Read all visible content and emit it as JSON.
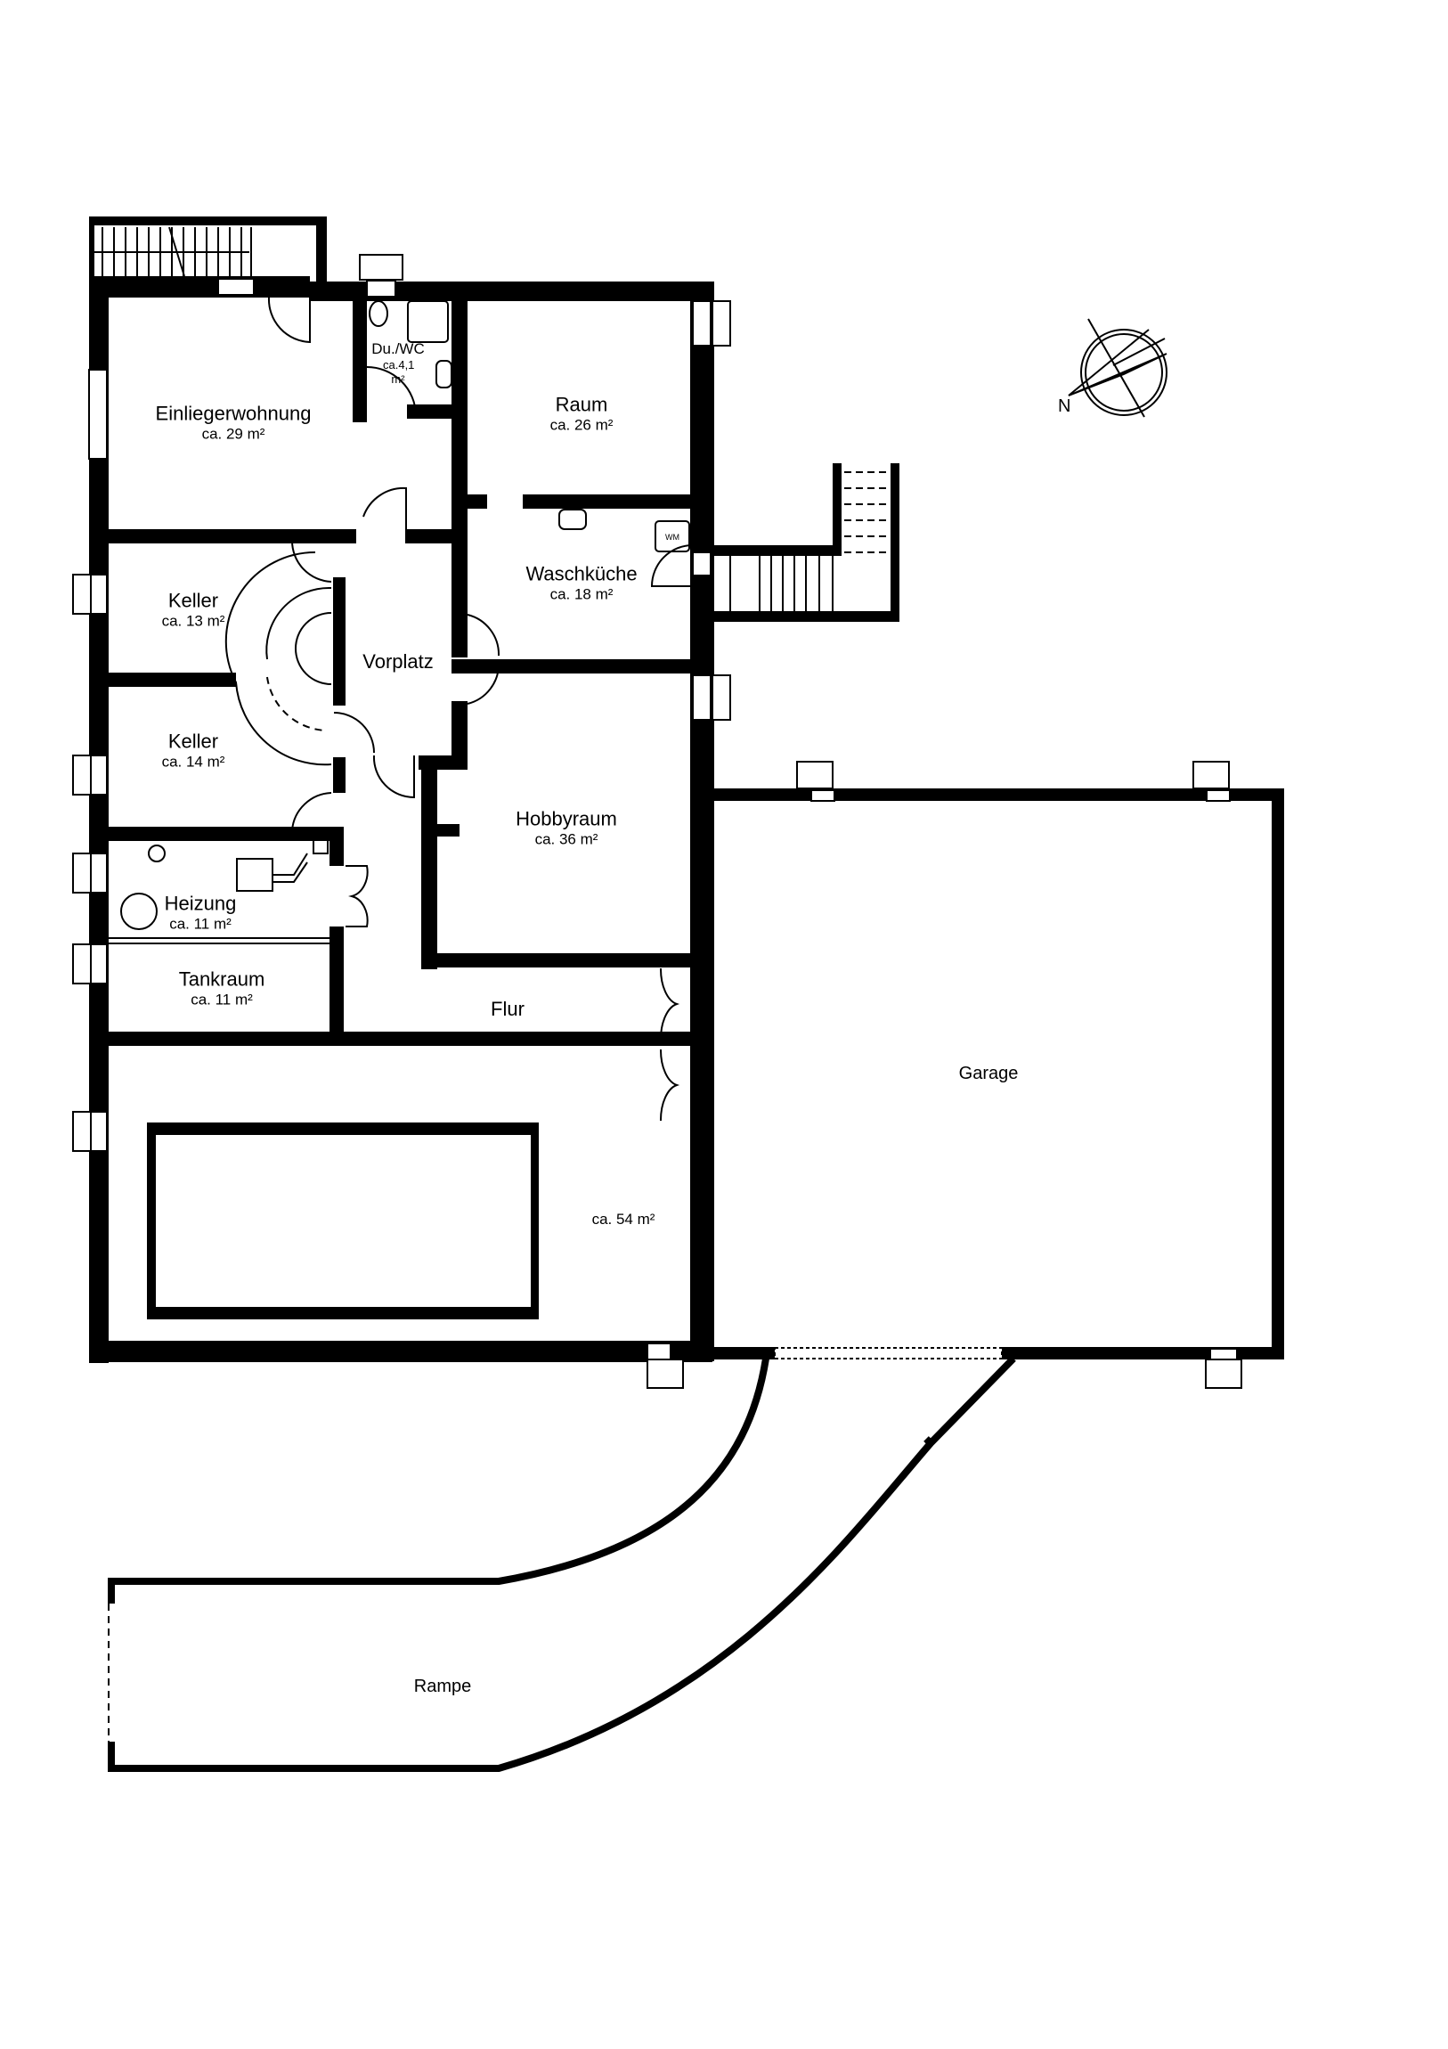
{
  "plan": {
    "colors": {
      "wall": "#000000",
      "background": "#ffffff",
      "window_fill": "#ffffff"
    },
    "compass": {
      "label": "N"
    },
    "rooms": [
      {
        "id": "einliegerwohnung",
        "name": "Einliegerwohnung",
        "area": "ca. 29 m²"
      },
      {
        "id": "du-wc",
        "name": "Du./WC",
        "area": "ca.4,1 m²"
      },
      {
        "id": "raum",
        "name": "Raum",
        "area": "ca. 26 m²"
      },
      {
        "id": "waschkueche",
        "name": "Waschküche",
        "area": "ca. 18 m²"
      },
      {
        "id": "keller-1",
        "name": "Keller",
        "area": "ca. 13 m²"
      },
      {
        "id": "keller-2",
        "name": "Keller",
        "area": "ca. 14 m²"
      },
      {
        "id": "vorplatz",
        "name": "Vorplatz",
        "area": ""
      },
      {
        "id": "hobbyraum",
        "name": "Hobbyraum",
        "area": "ca. 36 m²"
      },
      {
        "id": "heizung",
        "name": "Heizung",
        "area": "ca. 11 m²"
      },
      {
        "id": "tankraum",
        "name": "Tankraum",
        "area": "ca. 11 m²"
      },
      {
        "id": "flur",
        "name": "Flur",
        "area": ""
      },
      {
        "id": "pool-room",
        "name": "",
        "area": "ca. 54 m²"
      },
      {
        "id": "garage",
        "name": "Garage",
        "area": ""
      },
      {
        "id": "rampe",
        "name": "Rampe",
        "area": ""
      }
    ],
    "fixtures": {
      "washing_machine": "WM"
    }
  }
}
